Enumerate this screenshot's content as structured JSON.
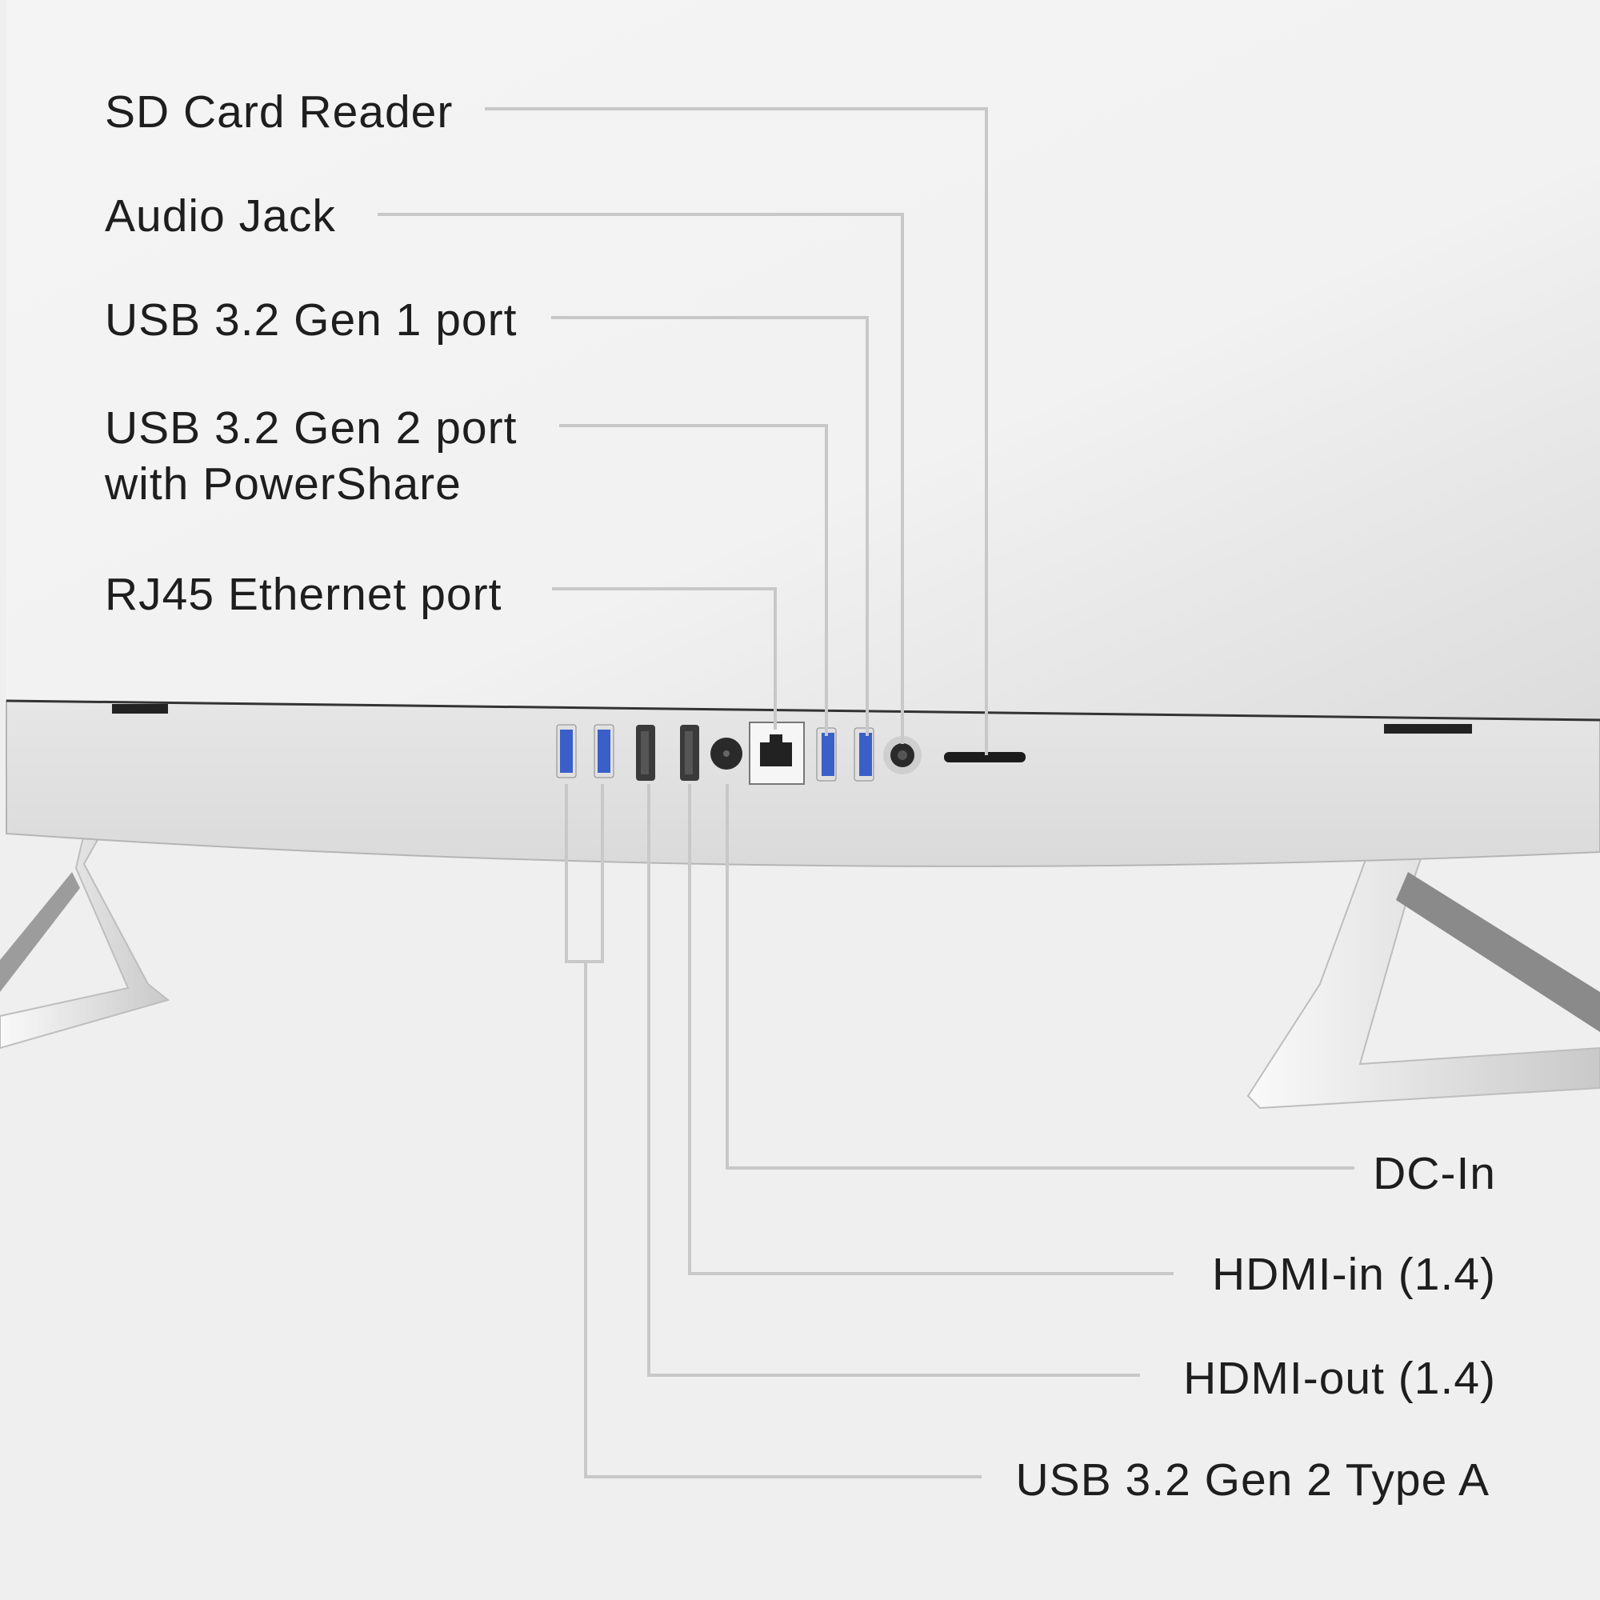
{
  "labels_left": [
    {
      "text": "SD Card Reader"
    },
    {
      "text": "Audio Jack"
    },
    {
      "text": "USB 3.2 Gen 1 port"
    },
    {
      "text": "USB 3.2 Gen 2 port",
      "text2": "with PowerShare"
    },
    {
      "text": "RJ45 Ethernet port"
    }
  ],
  "labels_right": [
    {
      "text": "DC-In"
    },
    {
      "text": "HDMI-in (1.4)"
    },
    {
      "text": "HDMI-out (1.4)"
    },
    {
      "text": "USB 3.2 Gen 2 Type A"
    }
  ],
  "colors": {
    "background": "#efefef",
    "leader_line": "#c8c8c8",
    "usb_blue": "#3a5fc8",
    "text": "#1e1e1e"
  }
}
